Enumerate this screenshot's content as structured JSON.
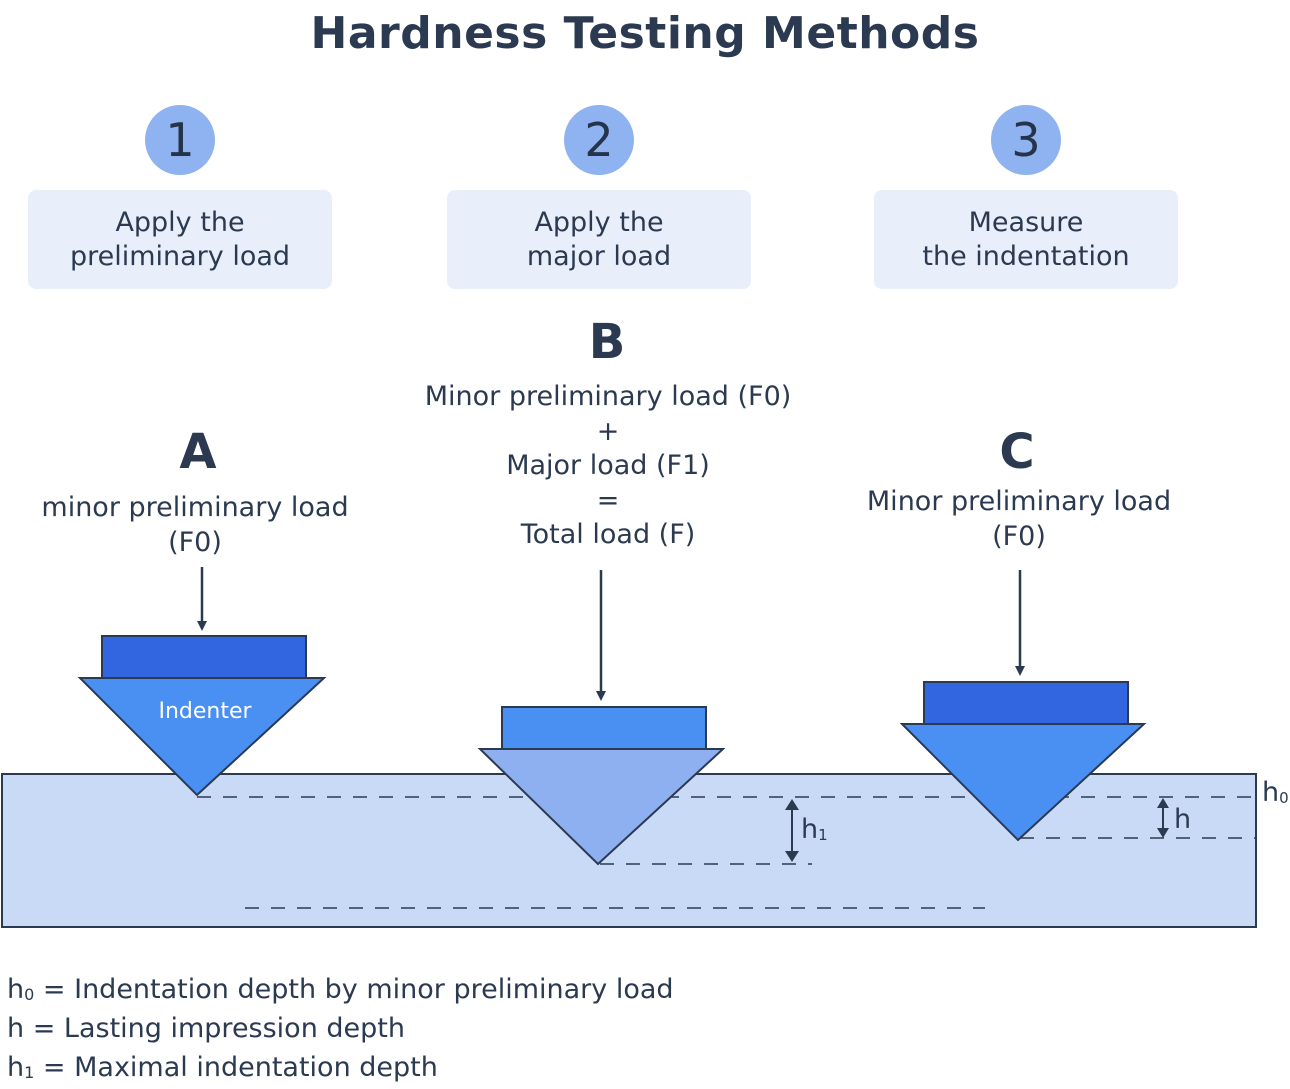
{
  "title": "Hardness Testing Methods",
  "steps": [
    {
      "number": "1",
      "line1": "Apply the",
      "line2": "preliminary load"
    },
    {
      "number": "2",
      "line1": "Apply the",
      "line2": "major load"
    },
    {
      "number": "3",
      "line1": "Measure",
      "line2": "the indentation"
    }
  ],
  "stages": {
    "a": {
      "letter": "A",
      "line1": "minor preliminary load",
      "line2": "(F0)"
    },
    "b": {
      "letter": "B",
      "line1": "Minor preliminary load (F0)",
      "line2": "+",
      "line3": "Major load (F1)",
      "line4": "=",
      "line5": "Total load (F)"
    },
    "c": {
      "letter": "C",
      "line1": "Minor preliminary load",
      "line2": "(F0)"
    }
  },
  "indenter_label": "Indenter",
  "depth_labels": {
    "h0_base": "h",
    "h0_sub": "0",
    "h1_base": "h",
    "h1_sub": "1",
    "h": "h"
  },
  "legend": [
    {
      "base": "h",
      "sub": "0",
      "text": " = Indentation depth by minor preliminary load"
    },
    {
      "base": "h",
      "sub": "",
      "text": " = Lasting impression depth"
    },
    {
      "base": "h",
      "sub": "1",
      "text": " = Maximal indentation depth"
    }
  ],
  "colors": {
    "dark_blue": "#3266e0",
    "mid_blue": "#4a8ff2",
    "light_blue": "#8fb0f0",
    "material": "#c9daf6",
    "circle": "#8fb3f0",
    "box": "#e8effb",
    "text": "#2b3a50"
  }
}
